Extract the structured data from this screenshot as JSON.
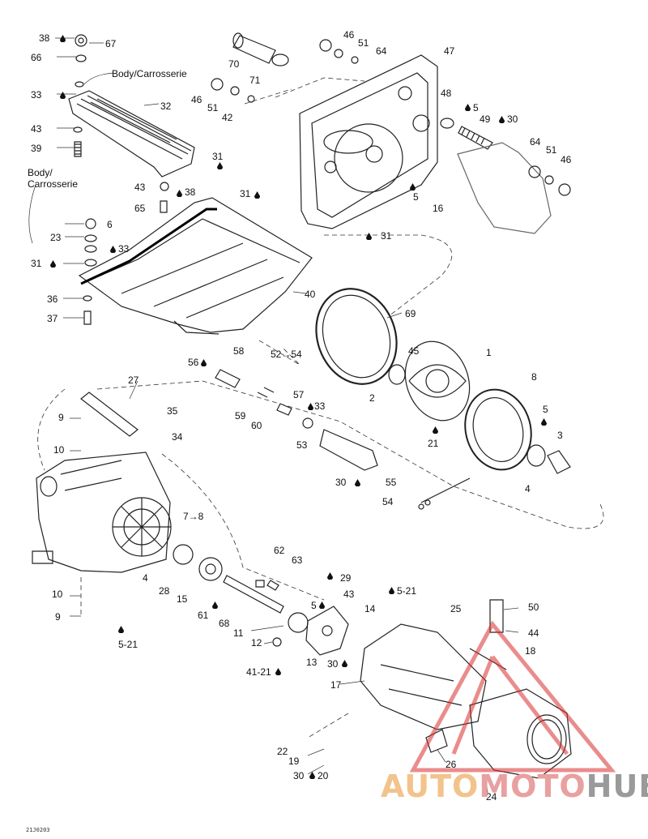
{
  "diagram": {
    "drawing_code": "21J0203",
    "body_label_top": "Body/Carrosserie",
    "body_label_left_1": "Body/",
    "body_label_left_2": "Carrosserie",
    "watermark": {
      "part1": "AUTO",
      "part2": "MOTO",
      "part3": "HUB"
    },
    "accent_color": "#d93030",
    "callouts": [
      {
        "id": "c38a",
        "text": "38"
      },
      {
        "id": "c67",
        "text": "67"
      },
      {
        "id": "c66",
        "text": "66"
      },
      {
        "id": "c33a",
        "text": "33"
      },
      {
        "id": "c32",
        "text": "32"
      },
      {
        "id": "c43a",
        "text": "43"
      },
      {
        "id": "c39",
        "text": "39"
      },
      {
        "id": "c70",
        "text": "70"
      },
      {
        "id": "c71",
        "text": "71"
      },
      {
        "id": "c46a",
        "text": "46"
      },
      {
        "id": "c51a",
        "text": "51"
      },
      {
        "id": "c64a",
        "text": "64"
      },
      {
        "id": "c47",
        "text": "47"
      },
      {
        "id": "c46b",
        "text": "46"
      },
      {
        "id": "c51b",
        "text": "51"
      },
      {
        "id": "c42",
        "text": "42"
      },
      {
        "id": "c48",
        "text": "48"
      },
      {
        "id": "c5a",
        "text": "5"
      },
      {
        "id": "c49",
        "text": "49"
      },
      {
        "id": "c30a",
        "text": "30"
      },
      {
        "id": "c64b",
        "text": "64"
      },
      {
        "id": "c51c",
        "text": "51"
      },
      {
        "id": "c46c",
        "text": "46"
      },
      {
        "id": "c31a",
        "text": "31"
      },
      {
        "id": "c43b",
        "text": "43"
      },
      {
        "id": "c38b",
        "text": "38"
      },
      {
        "id": "c65",
        "text": "65"
      },
      {
        "id": "c31b",
        "text": "31"
      },
      {
        "id": "c5b",
        "text": "5"
      },
      {
        "id": "c16",
        "text": "16"
      },
      {
        "id": "c6",
        "text": "6"
      },
      {
        "id": "c23",
        "text": "23"
      },
      {
        "id": "c33b",
        "text": "33"
      },
      {
        "id": "c31c",
        "text": "31"
      },
      {
        "id": "c31d",
        "text": "31"
      },
      {
        "id": "c40",
        "text": "40"
      },
      {
        "id": "c36",
        "text": "36"
      },
      {
        "id": "c37",
        "text": "37"
      },
      {
        "id": "c69",
        "text": "69"
      },
      {
        "id": "c56",
        "text": "56"
      },
      {
        "id": "c58",
        "text": "58"
      },
      {
        "id": "c52",
        "text": "52→54"
      },
      {
        "id": "c45",
        "text": "45"
      },
      {
        "id": "c1",
        "text": "1"
      },
      {
        "id": "c2",
        "text": "2"
      },
      {
        "id": "c8",
        "text": "8"
      },
      {
        "id": "c27",
        "text": "27"
      },
      {
        "id": "c57",
        "text": "57"
      },
      {
        "id": "c33c",
        "text": "33"
      },
      {
        "id": "c59",
        "text": "59"
      },
      {
        "id": "c60",
        "text": "60"
      },
      {
        "id": "c9a",
        "text": "9"
      },
      {
        "id": "c35",
        "text": "35"
      },
      {
        "id": "c34",
        "text": "34"
      },
      {
        "id": "c10a",
        "text": "10"
      },
      {
        "id": "c53",
        "text": "53"
      },
      {
        "id": "c21a",
        "text": "21"
      },
      {
        "id": "c5c",
        "text": "5"
      },
      {
        "id": "c3",
        "text": "3"
      },
      {
        "id": "c30b",
        "text": "30"
      },
      {
        "id": "c55",
        "text": "55"
      },
      {
        "id": "c4a",
        "text": "4"
      },
      {
        "id": "c54",
        "text": "54"
      },
      {
        "id": "c7",
        "text": "7→8"
      },
      {
        "id": "c62",
        "text": "62"
      },
      {
        "id": "c63",
        "text": "63"
      },
      {
        "id": "c4b",
        "text": "4"
      },
      {
        "id": "c28",
        "text": "28"
      },
      {
        "id": "c29",
        "text": "29"
      },
      {
        "id": "c15",
        "text": "15"
      },
      {
        "id": "c521",
        "text": "5-21"
      },
      {
        "id": "c25",
        "text": "25"
      },
      {
        "id": "c50",
        "text": "50"
      },
      {
        "id": "c10b",
        "text": "10"
      },
      {
        "id": "c61",
        "text": "61"
      },
      {
        "id": "c5d",
        "text": "5"
      },
      {
        "id": "c43c",
        "text": "43"
      },
      {
        "id": "c14",
        "text": "14"
      },
      {
        "id": "c9b",
        "text": "9"
      },
      {
        "id": "c68",
        "text": "68"
      },
      {
        "id": "c44",
        "text": "44"
      },
      {
        "id": "c11",
        "text": "11"
      },
      {
        "id": "c18",
        "text": "18"
      },
      {
        "id": "c5-21b",
        "text": "5-21"
      },
      {
        "id": "c12",
        "text": "12"
      },
      {
        "id": "c13",
        "text": "13"
      },
      {
        "id": "c30c",
        "text": "30"
      },
      {
        "id": "c4121",
        "text": "41-21"
      },
      {
        "id": "c17",
        "text": "17"
      },
      {
        "id": "c22",
        "text": "22"
      },
      {
        "id": "c19",
        "text": "19"
      },
      {
        "id": "c26",
        "text": "26"
      },
      {
        "id": "c30d",
        "text": "30"
      },
      {
        "id": "c20",
        "text": "20"
      },
      {
        "id": "c24",
        "text": "24"
      }
    ]
  }
}
